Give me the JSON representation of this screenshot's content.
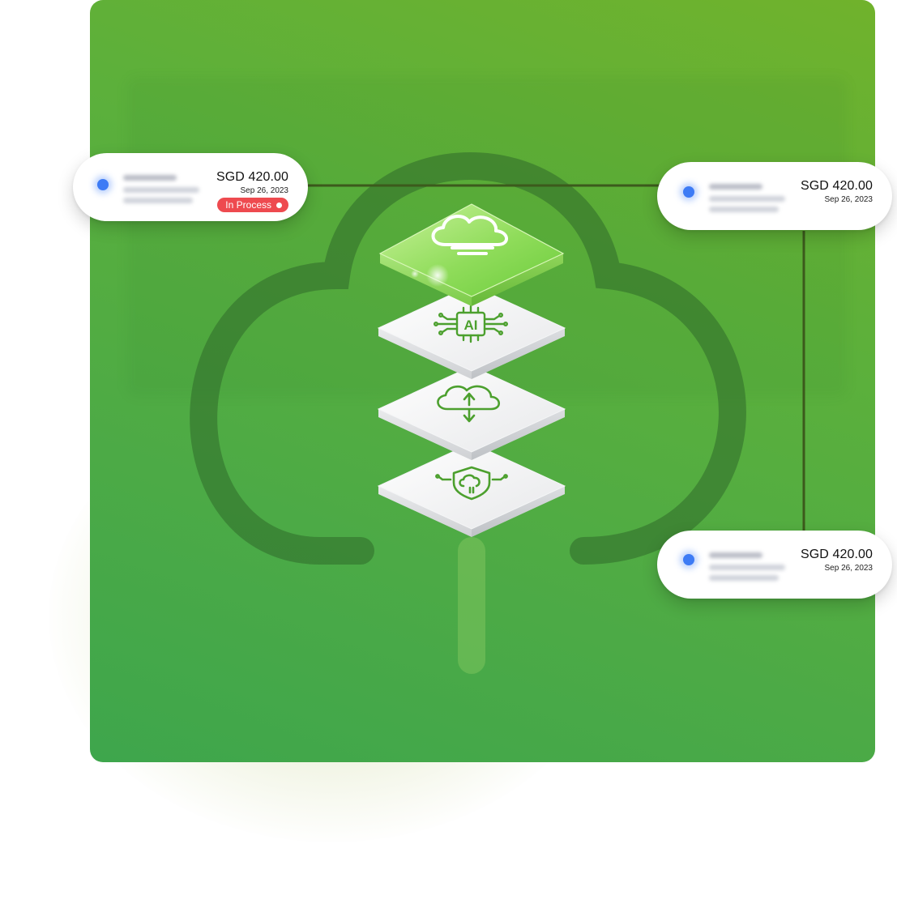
{
  "cards": [
    {
      "amount": "SGD 420.00",
      "date": "Sep 26, 2023",
      "status": "In Process"
    },
    {
      "amount": "SGD 420.00",
      "date": "Sep 26, 2023"
    },
    {
      "amount": "SGD 420.00",
      "date": "Sep 26, 2023"
    }
  ],
  "layers": [
    {
      "icon": "cloud-icon",
      "highlighted": true
    },
    {
      "icon": "ai-chip-icon",
      "label": "AI",
      "highlighted": false
    },
    {
      "icon": "cloud-upload-download-icon",
      "highlighted": false
    },
    {
      "icon": "cloud-shield-icon",
      "highlighted": false
    }
  ],
  "colors": {
    "panel_start": "#70b22c",
    "panel_end": "#3ea64c",
    "connector": "#3c5a1c",
    "badge": "#ee4a4f",
    "dot": "#3d7bf5",
    "icon_green": "#4ca02e"
  }
}
